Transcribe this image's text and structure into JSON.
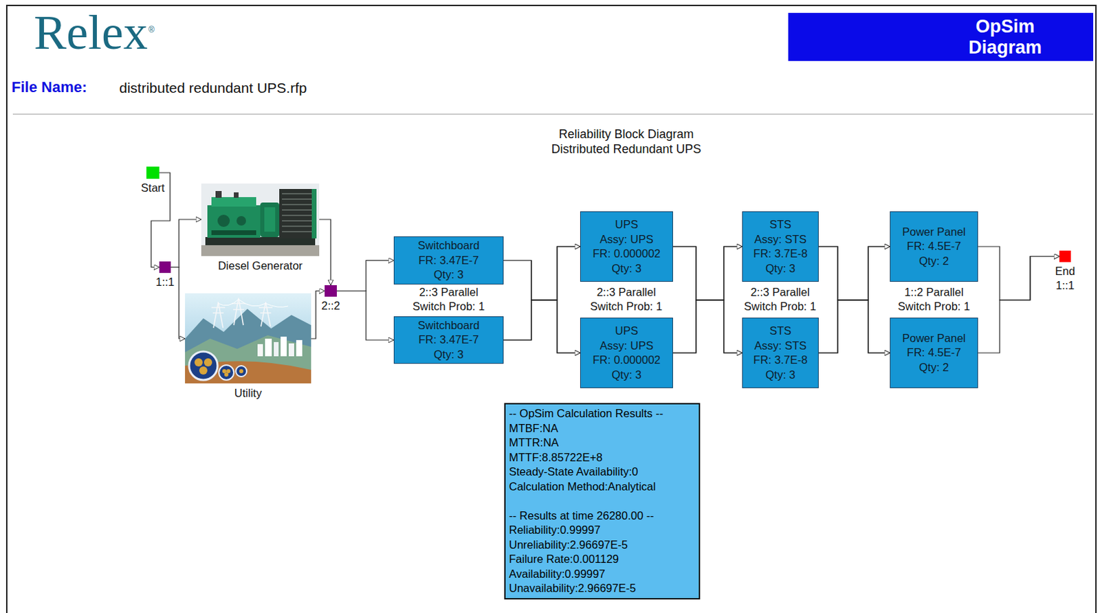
{
  "diagram": {
    "title": "Reliability Block Diagram Distributed Redundant UPS",
    "nodes": [
      {
        "text": [
          "OpSim Diagram"
        ]
      },
      {
        "text": [
          "Start"
        ]
      },
      {
        "text": [
          "1::1"
        ]
      },
      {
        "text": [
          "Diesel Generator"
        ]
      },
      {
        "text": [
          "Utility"
        ]
      },
      {
        "text": [
          "2::2"
        ]
      },
      {
        "text": [
          "Switchboard",
          "FR: 3.47E-7",
          "Qty: 3"
        ]
      },
      {
        "text": [
          "Switchboard",
          "FR: 3.47E-7",
          "Qty: 3"
        ]
      },
      {
        "text": [
          "UPS",
          "Assy: UPS",
          "FR: 0.000002",
          "Qty: 3"
        ]
      },
      {
        "text": [
          "UPS",
          "Assy: UPS",
          "FR: 0.000002",
          "Qty: 3"
        ]
      },
      {
        "text": [
          "STS",
          "Assy: STS",
          "FR: 3.7E-8",
          "Qty: 3"
        ]
      },
      {
        "text": [
          "STS",
          "Assy: STS",
          "FR: 3.7E-8",
          "Qty: 3"
        ]
      },
      {
        "text": [
          "Power Panel",
          "FR: 4.5E-7",
          "Qty: 2"
        ]
      },
      {
        "text": [
          "Power Panel",
          "FR: 4.5E-7",
          "Qty: 2"
        ]
      },
      {
        "text": [
          "End",
          "1::1"
        ]
      },
      {
        "text": [
          "-- OpSim Calculation Results --",
          "MTBF:NA",
          "MTTR:NA",
          "MTTF:8.85722E+8",
          "Steady-State Availability:0",
          "Calculation Method:Analytical",
          "-- Results at time 26280.00 --",
          "Reliability:0.99997",
          "Unreliability:2.96697E-5",
          "Failure Rate:0.001129",
          "Availability:0.99997",
          "Unavailability:2.96697E-5"
        ]
      }
    ],
    "edges": [
      {
        "from": 1,
        "to": 2,
        "arrow": "to"
      },
      {
        "from": 2,
        "to": 3,
        "arrow": "to"
      },
      {
        "from": 2,
        "to": 4,
        "arrow": "to"
      },
      {
        "from": 3,
        "to": 5,
        "arrow": "to"
      },
      {
        "from": 4,
        "to": 5,
        "arrow": "to"
      },
      {
        "from": 5,
        "to": 6,
        "arrow": "to"
      },
      {
        "from": 5,
        "to": 7,
        "arrow": "to"
      },
      {
        "from": 6,
        "to": 8,
        "arrow": "to"
      },
      {
        "from": 6,
        "to": 9,
        "arrow": "to"
      },
      {
        "from": 7,
        "to": 8,
        "arrow": "to"
      },
      {
        "from": 7,
        "to": 9,
        "arrow": "to"
      },
      {
        "from": 8,
        "to": 10,
        "arrow": "to"
      },
      {
        "from": 8,
        "to": 11,
        "arrow": "to"
      },
      {
        "from": 9,
        "to": 10,
        "arrow": "to"
      },
      {
        "from": 9,
        "to": 11,
        "arrow": "to"
      },
      {
        "from": 10,
        "to": 12,
        "arrow": "to"
      },
      {
        "from": 10,
        "to": 13,
        "arrow": "to"
      },
      {
        "from": 11,
        "to": 12,
        "arrow": "to"
      },
      {
        "from": 11,
        "to": 13,
        "arrow": "to"
      },
      {
        "from": 12,
        "to": 14,
        "arrow": "to"
      },
      {
        "from": 13,
        "to": 14,
        "arrow": "to"
      }
    ],
    "labels": [
      "Relex",
      "®",
      "File Name:",
      "distributed redundant UPS.rfp",
      "2::3 Parallel",
      "Switch Prob: 1",
      "2::3 Parallel",
      "Switch Prob: 1",
      "2::3 Parallel",
      "Switch Prob: 1",
      "1::2 Parallel",
      "Switch Prob: 1"
    ]
  }
}
